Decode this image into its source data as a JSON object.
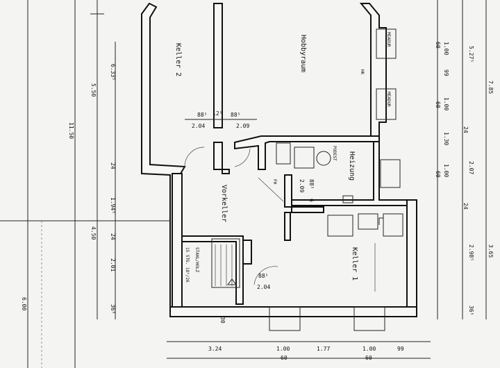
{
  "rooms": {
    "keller2": "Keller 2",
    "hobbyraum": "Hobbyraum",
    "heizung": "Heizung",
    "vorkeller": "Vorkeller",
    "keller1": "Keller 1"
  },
  "labels": {
    "meadur_a": "MEADUR",
    "meadur_b": "MEADUR",
    "hk": "HK",
    "fh": "FH",
    "podest": "PODEST",
    "stair_type": "STAHL/HOLZ",
    "stair_steps": "15 STG. 18⁶/26"
  },
  "dims": {
    "d_885_a": "88⁵",
    "d_125": "12⁵",
    "d_885_b": "88⁵",
    "d_204_a": "2.04",
    "d_209_a": "2.09",
    "d_209_b": "2.09",
    "d_885_c": "88⁵",
    "d_6": "6",
    "d_885_d": "88⁵",
    "d_204_b": "2.04",
    "d_30": "30",
    "b_324": "3.24",
    "b_100a": "1.00",
    "b_60a": "60",
    "b_177": "1.77",
    "b_100b": "1.00",
    "b_60b": "60",
    "b_99": "99",
    "l_1150": "11.50",
    "l_550": "5.50",
    "l_6335": "6.33⁵",
    "l_24a": "24",
    "l_1945": "1.94⁵",
    "l_450": "4.50",
    "l_24b": "24",
    "l_201": "2.01",
    "l_365": "36⁵",
    "l_600": "6.00",
    "r_100a": "1.00",
    "r_60a": "60",
    "r_99": "99",
    "r_100b": "1.00",
    "r_60b": "60",
    "r_24a": "24",
    "r_130": "1.30",
    "r_100c": "1.00",
    "r_60c": "60",
    "r_24b": "24",
    "r_2985": "2.98⁵",
    "r_365": "36⁵",
    "r_5275": "5.27⁵",
    "r_207": "2.07",
    "r_365b": "3.65",
    "r_785": "7.85"
  }
}
